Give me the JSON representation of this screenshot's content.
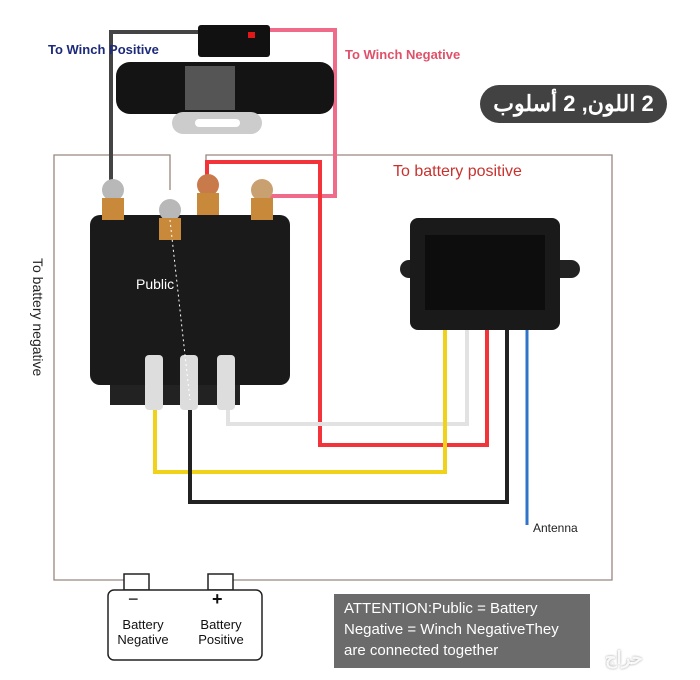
{
  "labels": {
    "to_winch_positive": "To Winch  Positive",
    "to_winch_negative": "To Winch Negative",
    "to_battery_positive": "To battery positive",
    "to_battery_negative": "To battery negative",
    "public": "Public",
    "antenna": "Antenna"
  },
  "battery": {
    "negative_symbol": "−",
    "negative_label": "Battery Negative",
    "positive_symbol": "+",
    "positive_label": "Battery Positive"
  },
  "attention": {
    "line1": "ATTENTION:Public = Battery",
    "line2": "Negative = Winch NegativeThey",
    "line3": "are connected together"
  },
  "overlay_pill": "2 اللون, 2 أسلوب",
  "watermark": "حراج",
  "colors": {
    "red": "#f2333a",
    "pink": "#f06a8a",
    "gray": "#444444",
    "yellow": "#f0d21a",
    "white": "#e8e8e8",
    "black": "#222222",
    "blue": "#2f74c8",
    "frame": "#9a8680"
  }
}
